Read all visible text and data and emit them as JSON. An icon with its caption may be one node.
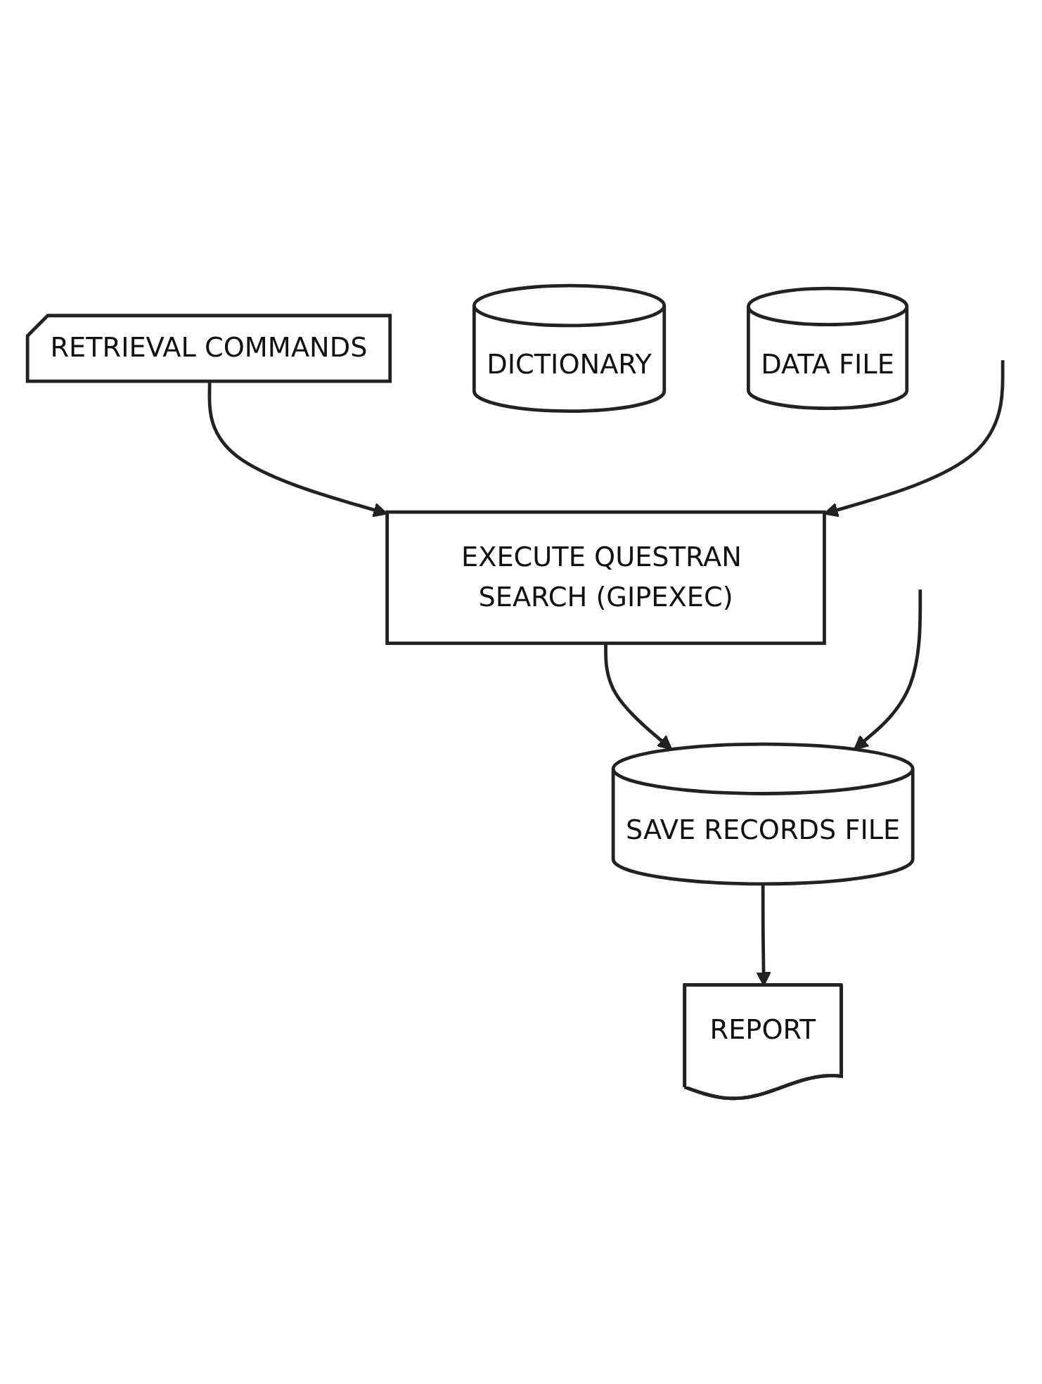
{
  "diagram": {
    "nodes": [
      {
        "text": [
          "RETRIEVAL COMMANDS"
        ]
      },
      {
        "text": [
          "EXECUTE QUESTRAN SEARCH (GIPEXEC)"
        ]
      },
      {
        "text": [
          "DICTIONARY"
        ]
      },
      {
        "text": [
          "SAVE RECORDS FILE"
        ]
      },
      {
        "text": [
          "DATA FILE"
        ]
      },
      {
        "text": [
          "REPORT"
        ]
      }
    ],
    "edges": [
      {
        "from": 0,
        "to": 1,
        "arrow": "to"
      },
      {
        "from": null,
        "to": 1,
        "arrow": "to"
      },
      {
        "from": 1,
        "to": 3,
        "arrow": "to"
      },
      {
        "from": null,
        "to": 3,
        "arrow": "to"
      },
      {
        "from": 3,
        "to": 5,
        "arrow": "to"
      }
    ]
  }
}
